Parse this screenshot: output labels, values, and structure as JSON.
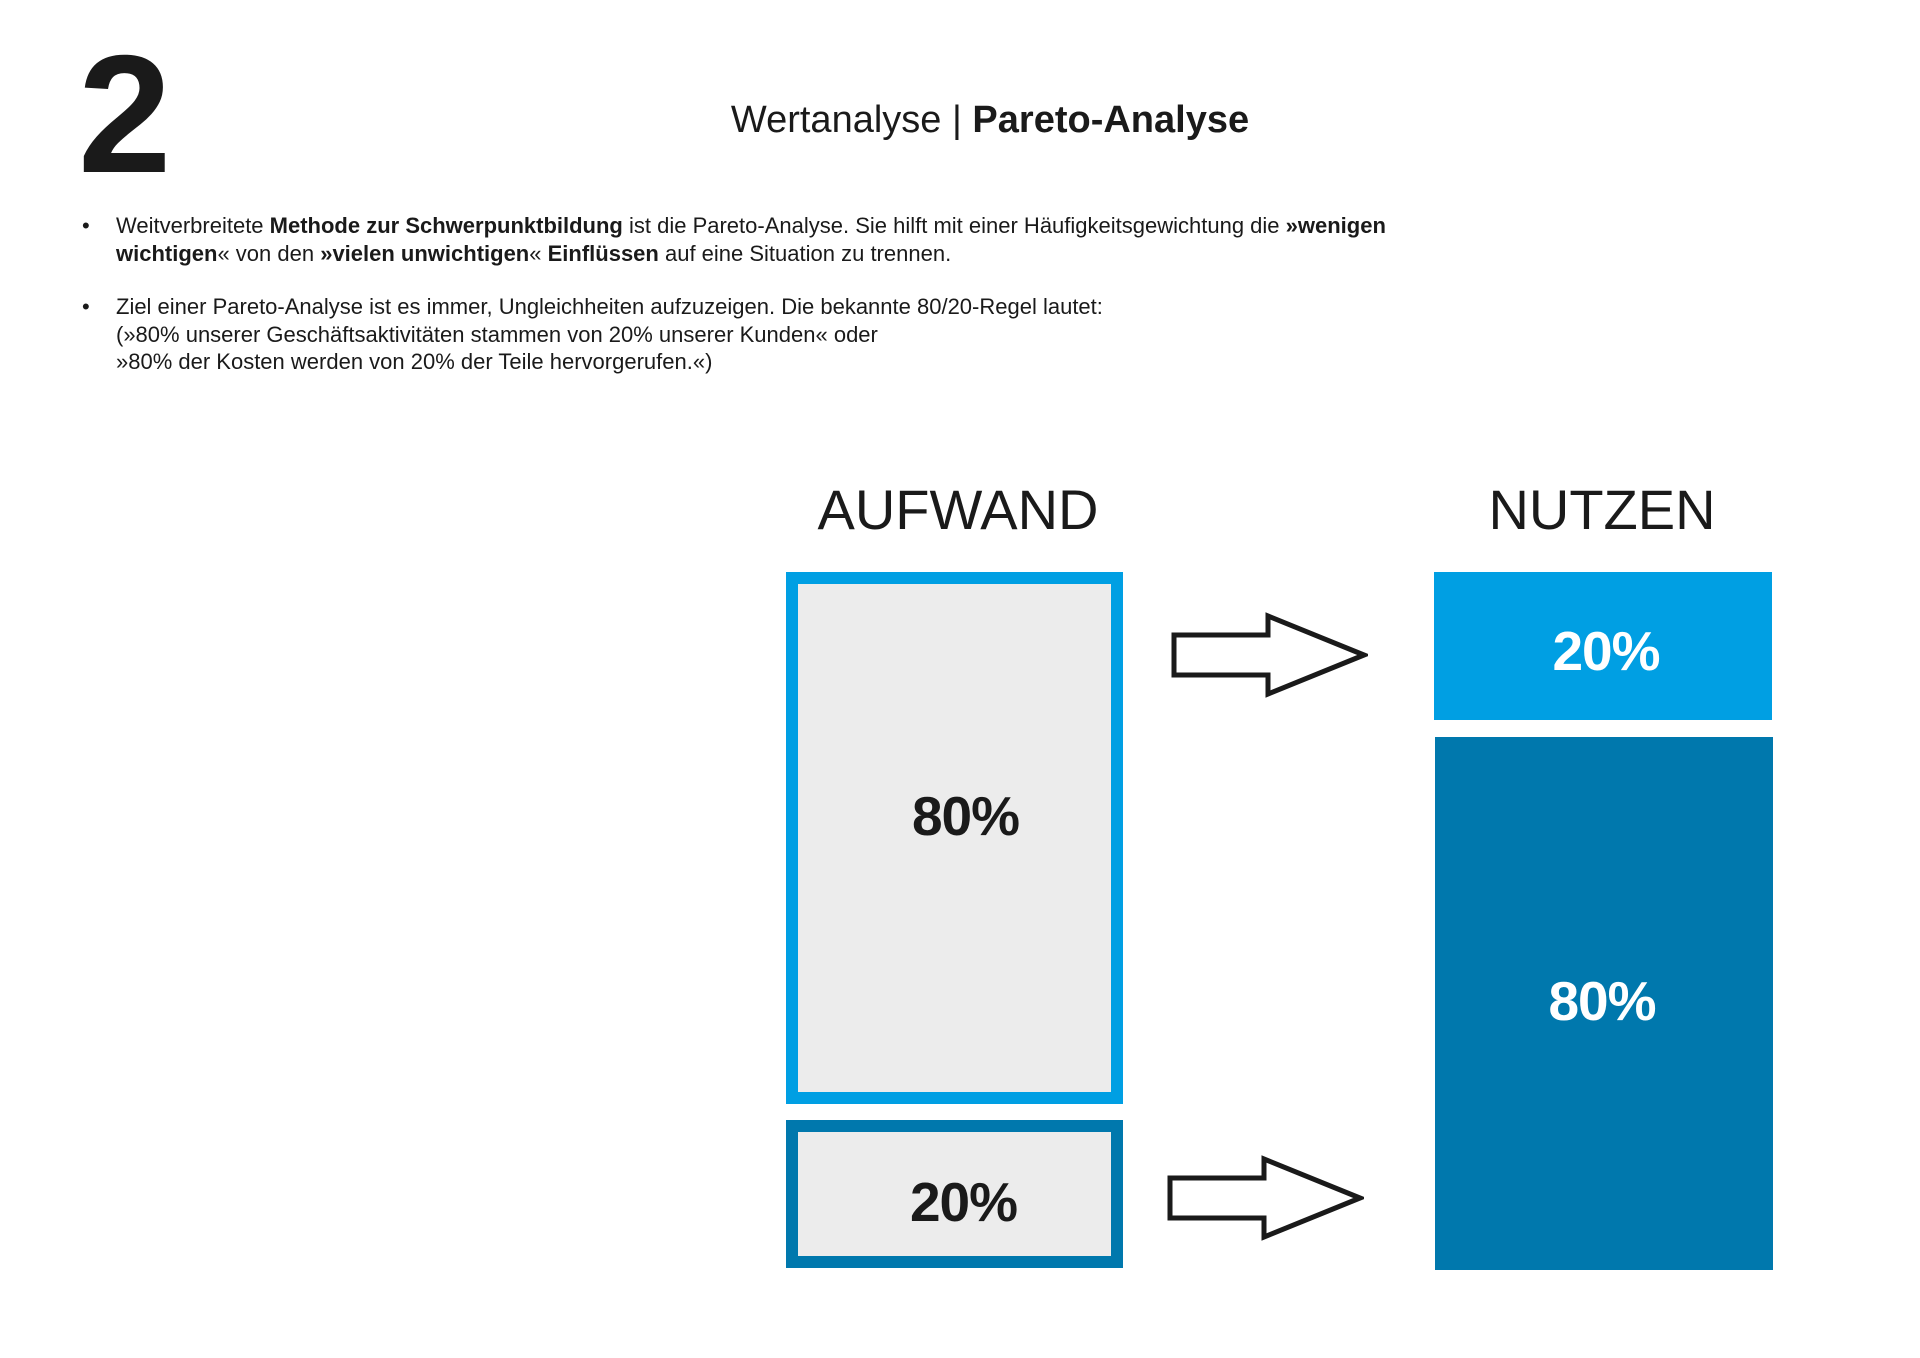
{
  "header": {
    "page_number": "2",
    "title_prefix": "Wertanalyse",
    "title_separator": " | ",
    "title_main": "Pareto-Analyse"
  },
  "bullets": [
    {
      "marker": "•",
      "lines": [
        [
          {
            "text": "Weitverbreitete ",
            "bold": false
          },
          {
            "text": "Methode zur Schwerpunktbildung",
            "bold": true
          },
          {
            "text": " ist die Pareto-Analyse. Sie hilft mit einer Häufigkeitsgewichtung die ",
            "bold": false
          },
          {
            "text": "»wenigen",
            "bold": true
          }
        ],
        [
          {
            "text": "wichtigen",
            "bold": true
          },
          {
            "text": "« von den ",
            "bold": false
          },
          {
            "text": "»vielen unwichtigen",
            "bold": true
          },
          {
            "text": "« ",
            "bold": false
          },
          {
            "text": "Einflüssen",
            "bold": true
          },
          {
            "text": " auf eine Situation zu trennen.",
            "bold": false
          }
        ]
      ]
    },
    {
      "marker": "•",
      "lines": [
        [
          {
            "text": "Ziel einer Pareto-Analyse ist es immer, Ungleichheiten aufzuzeigen. Die bekannte 80/20-Regel lautet:",
            "bold": false
          }
        ],
        [
          {
            "text": "(»80% unserer Geschäftsaktivitäten stammen von 20% unserer Kunden« oder",
            "bold": false
          }
        ],
        [
          {
            "text": "»80% der Kosten werden von 20% der Teile hervorgerufen.«)",
            "bold": false
          }
        ]
      ]
    }
  ],
  "diagram": {
    "aufwand": {
      "title": "AUFWAND",
      "top_value": "80%",
      "bottom_value": "20%"
    },
    "nutzen": {
      "title": "NUTZEN",
      "top_value": "20%",
      "bottom_value": "80%"
    },
    "colors": {
      "light_blue": "#009fe3",
      "dark_blue": "#0078ad",
      "box_fill": "#ececec",
      "text_dark": "#1a1a1a",
      "text_light": "#ffffff"
    }
  }
}
